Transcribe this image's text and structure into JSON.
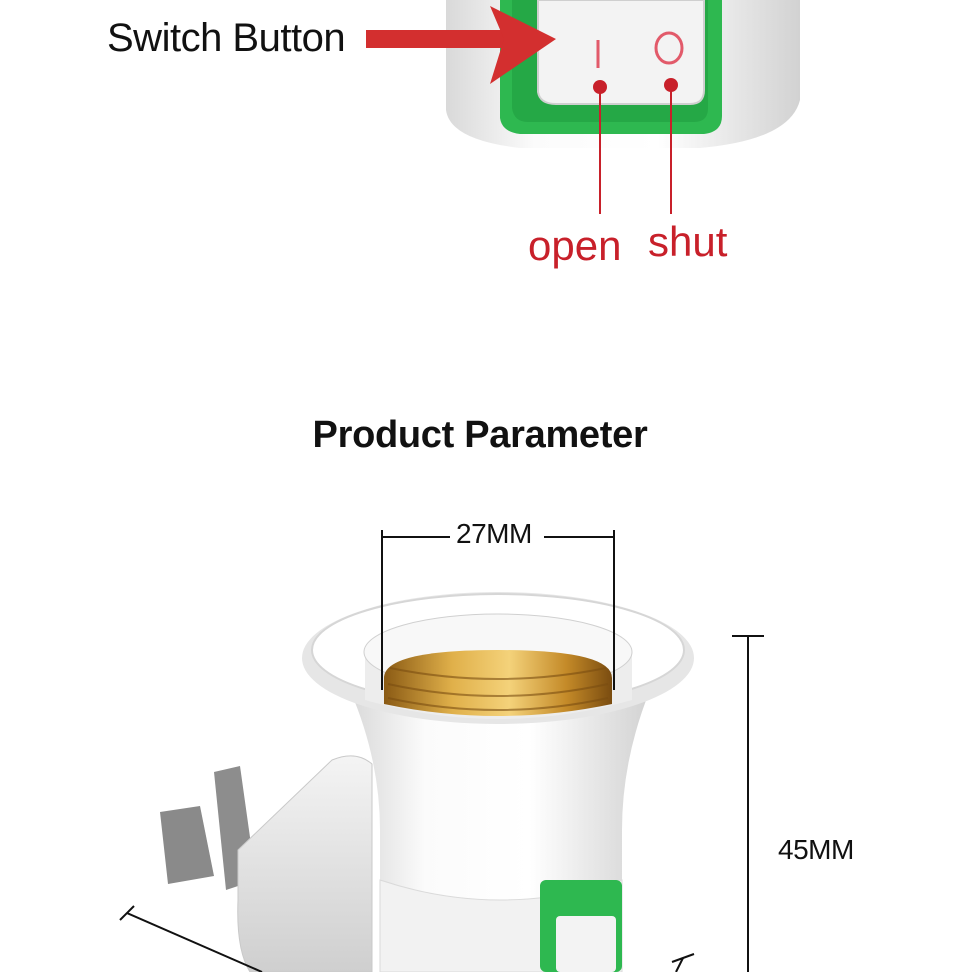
{
  "top": {
    "switch_label": "Switch Button",
    "open_label": "open",
    "shut_label": "shut",
    "rocker_on_symbol": "I",
    "rocker_off_symbol": "O"
  },
  "parameter": {
    "title": "Product Parameter",
    "diameter": "27MM",
    "height": "45MM"
  },
  "colors": {
    "accent_red": "#c8202a",
    "switch_green": "#2eb850",
    "brass": "#c8902a"
  }
}
